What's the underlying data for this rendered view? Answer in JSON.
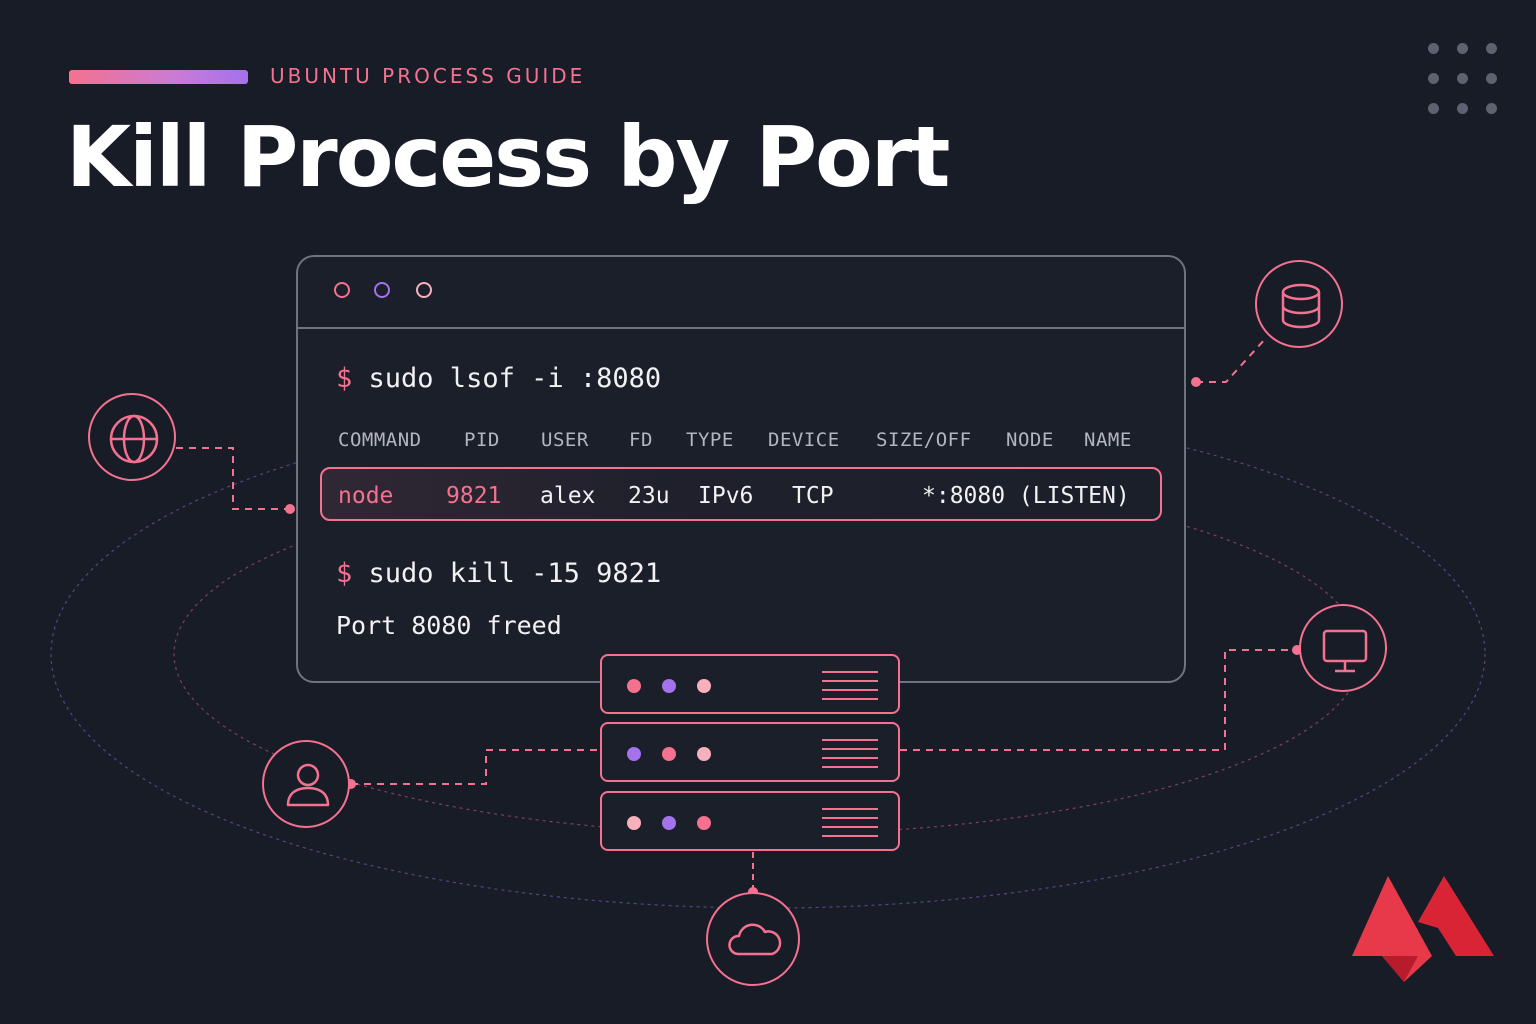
{
  "header": {
    "eyebrow": "UBUNTU PROCESS GUIDE",
    "title": "Kill Process by Port"
  },
  "terminal": {
    "window_dots": [
      "#f4728f",
      "#a472ec",
      "#f9b0bd"
    ],
    "command1": {
      "prompt": "$",
      "text": "sudo lsof -i :8080"
    },
    "columns": [
      "COMMAND",
      "PID",
      "USER",
      "FD",
      "TYPE",
      "DEVICE",
      "SIZE/OFF",
      "NODE",
      "NAME"
    ],
    "row": {
      "command": "node",
      "pid": "9821",
      "user": "alex",
      "fd": "23u",
      "type": "IPv6",
      "device": "TCP",
      "name": "*:8080 (LISTEN)"
    },
    "command2": {
      "prompt": "$",
      "text": "sudo kill -15 9821"
    },
    "output": "Port 8080 freed"
  },
  "server_rack": {
    "units": [
      {
        "leds": [
          "#f4728f",
          "#a472ec",
          "#f9b0bd"
        ]
      },
      {
        "leds": [
          "#a472ec",
          "#f4728f",
          "#f9b0bd"
        ]
      },
      {
        "leds": [
          "#f9b0bd",
          "#a472ec",
          "#f4728f"
        ]
      }
    ]
  },
  "nodes": [
    {
      "id": "globe",
      "icon": "globe-icon"
    },
    {
      "id": "database",
      "icon": "database-icon"
    },
    {
      "id": "monitor",
      "icon": "monitor-icon"
    },
    {
      "id": "user",
      "icon": "user-icon"
    },
    {
      "id": "cloud",
      "icon": "cloud-icon"
    }
  ],
  "colors": {
    "background": "#181c27",
    "accent_pink": "#f4728f",
    "accent_purple": "#a472ec",
    "accent_light_pink": "#f9b0bd",
    "logo_red": "#e8394a"
  }
}
